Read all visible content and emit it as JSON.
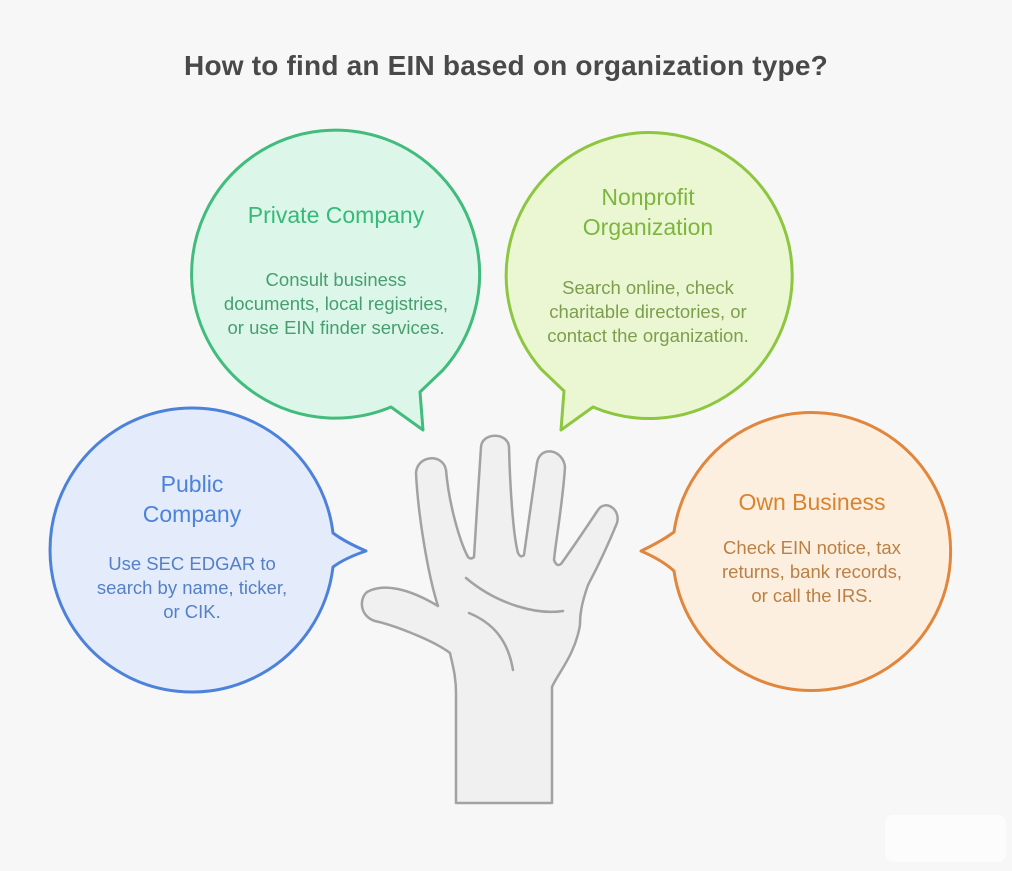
{
  "page": {
    "background_color": "#f7f7f8",
    "title": "How to find an EIN based on organization type?",
    "title_color": "#494949"
  },
  "bubbles": [
    {
      "id": "private-company",
      "title": "Private Company",
      "body": "Consult business\ndocuments, local registries,\nor use EIN finder services.",
      "fill": "#dcf7e9",
      "border": "#41bc7c",
      "title_color": "#35ba78",
      "body_color": "#479e6e",
      "position": "top-left",
      "tail_direction": "down-right"
    },
    {
      "id": "nonprofit-organization",
      "title": "Nonprofit\nOrganization",
      "body": "Search online, check\ncharitable directories, or\ncontact the organization.",
      "fill": "#ebf7d3",
      "border": "#8dc63f",
      "title_color": "#7db63e",
      "body_color": "#7d9e4d",
      "position": "top-right",
      "tail_direction": "down-left"
    },
    {
      "id": "public-company",
      "title": "Public\nCompany",
      "body": "Use SEC EDGAR to\nsearch by name, ticker,\nor CIK.",
      "fill": "#e4ecfb",
      "border": "#4d82da",
      "title_color": "#4d82da",
      "body_color": "#5480c8",
      "position": "middle-left",
      "tail_direction": "right"
    },
    {
      "id": "own-business",
      "title": "Own Business",
      "body": "Check EIN notice, tax\nreturns, bank records,\nor call the IRS.",
      "fill": "#fcefe0",
      "border": "#e0873d",
      "title_color": "#d9832f",
      "body_color": "#bc8045",
      "position": "middle-right",
      "tail_direction": "left"
    }
  ],
  "hand": {
    "description": "open-hand-palm-illustration",
    "fill": "#f0f0f0",
    "stroke": "#a2a2a2"
  }
}
